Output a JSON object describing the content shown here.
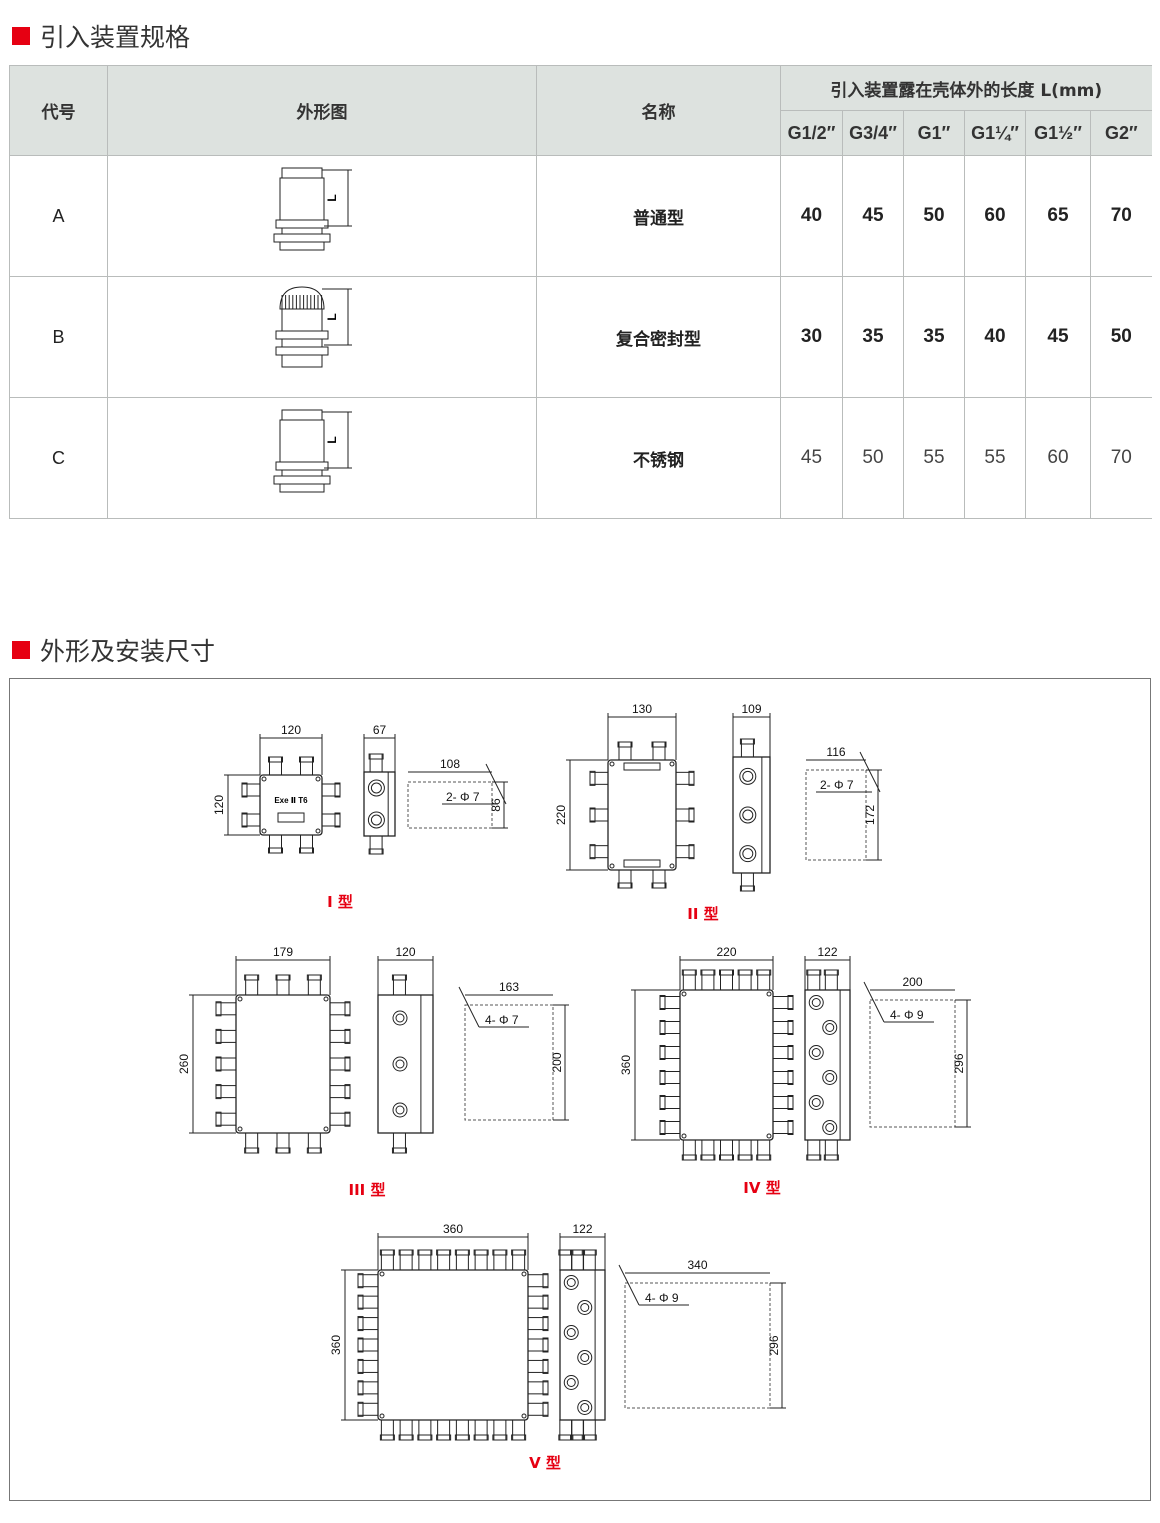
{
  "section1": {
    "title": "引入装置规格",
    "headers": {
      "code": "代号",
      "outline": "外形图",
      "name": "名称",
      "length_group": "引入装置露在壳体外的长度 L(mm)",
      "sizes": [
        "G1/2″",
        "G3/4″",
        "G1″",
        "G1¼″",
        "G1½″",
        "G2″"
      ]
    },
    "dim_letter": "L",
    "rows": [
      {
        "code": "A",
        "name": "普通型",
        "values": [
          "40",
          "45",
          "50",
          "60",
          "65",
          "70"
        ]
      },
      {
        "code": "B",
        "name": "复合密封型",
        "values": [
          "30",
          "35",
          "35",
          "40",
          "45",
          "50"
        ]
      },
      {
        "code": "C",
        "name": "不锈钢",
        "values": [
          "45",
          "50",
          "55",
          "55",
          "60",
          "70"
        ]
      }
    ]
  },
  "section2": {
    "title": "外形及安装尺寸",
    "types": [
      {
        "label": "I 型",
        "marking": "Exe Ⅱ T6",
        "width": "120",
        "height": "120",
        "depth": "67",
        "mount_w": "108",
        "mount_h": "86",
        "holes": "2- Φ 7"
      },
      {
        "label": "II 型",
        "width": "130",
        "height": "220",
        "depth": "109",
        "mount_w": "116",
        "mount_h": "172",
        "holes": "2- Φ 7"
      },
      {
        "label": "III 型",
        "width": "179",
        "height": "260",
        "depth": "120",
        "mount_w": "163",
        "mount_h": "200",
        "holes": "4- Φ 7"
      },
      {
        "label": "IV 型",
        "width": "220",
        "height": "360",
        "depth": "122",
        "mount_w": "200",
        "mount_h": "296",
        "holes": "4- Φ 9"
      },
      {
        "label": "V 型",
        "width": "360",
        "height": "360",
        "depth": "122",
        "mount_w": "340",
        "mount_h": "296",
        "holes": "4- Φ 9"
      }
    ]
  },
  "colors": {
    "accent": "#e60012",
    "header_bg": "#dde2df",
    "border": "#b9bcbb"
  }
}
